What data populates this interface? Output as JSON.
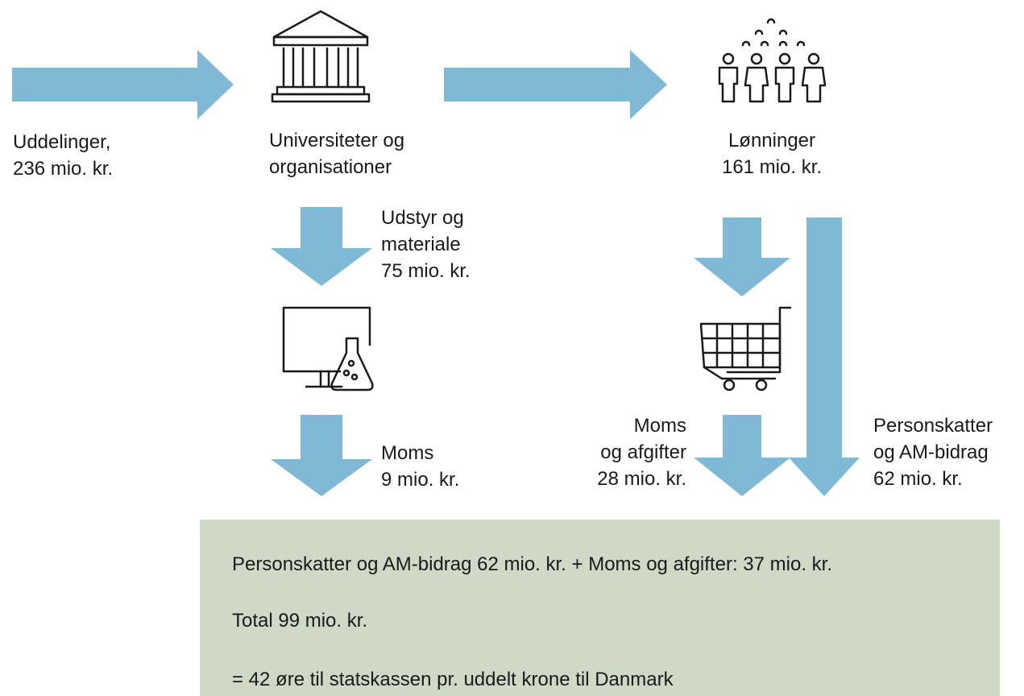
{
  "colors": {
    "arrow": "#7fb9d6",
    "icon_stroke": "#1a1a1a",
    "summary_bg": "#cfd9c6"
  },
  "icons": {
    "institution": "university-building-icon",
    "people": "people-crowd-icon",
    "equipment": "computer-lab-flask-icon",
    "shopping": "shopping-cart-icon"
  },
  "labels": {
    "uddelinger": [
      "Uddelinger,",
      "236 mio. kr."
    ],
    "universiteter": [
      "Universiteter og",
      "organisationer"
    ],
    "lonninger": [
      "Lønninger",
      "161 mio. kr."
    ],
    "udstyr": [
      "Udstyr og",
      "materiale",
      "75 mio. kr."
    ],
    "moms_left": [
      "Moms",
      "9 mio. kr."
    ],
    "moms_right": [
      "Moms",
      "og afgifter",
      "28 mio. kr."
    ],
    "personskatter": [
      "Personskatter",
      "og AM-bidrag",
      "62 mio. kr."
    ]
  },
  "summary": {
    "line1": "Personskatter og AM-bidrag 62 mio. kr. + Moms og afgifter: 37 mio. kr.",
    "line2": "Total 99 mio. kr.",
    "line3": "= 42 øre til statskassen pr. uddelt krone til Danmark"
  }
}
